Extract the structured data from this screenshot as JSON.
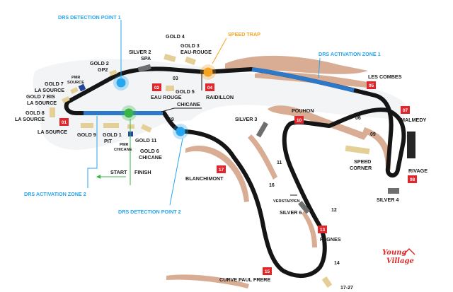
{
  "labels": {
    "drs_detection_1": "DRS DETECTION POINT 1",
    "drs_detection_2": "DRS DETECTION POINT 2",
    "drs_activation_1": "DRS ACTIVATION ZONE 1",
    "drs_activation_2": "DRS ACTIVATION ZONE 2",
    "speed_trap": "SPEED TRAP",
    "start": "START",
    "finish": "FINISH",
    "chicane": "CHICANE",
    "pmr_source_1": "PMR",
    "pmr_source_2": "SOURCE",
    "pmr_chicane_1": "PMR",
    "pmr_chicane_2": "CHICANE",
    "verstappen": "VERSTAPPEN",
    "gold_4": "GOLD 4",
    "gold_3_1": "GOLD 3",
    "gold_3_2": "EAU-ROUGE",
    "silver_2_1": "SILVER 2",
    "silver_2_2": "SPA",
    "gold_2_1": "GOLD 2",
    "gold_2_2": "GP2",
    "gold_7_1": "GOLD 7",
    "gold_7_2": "LA SOURCE",
    "gold_7bis_1": "GOLD 7 BIS",
    "gold_7bis_2": "LA SOURCE",
    "gold_8_1": "GOLD 8",
    "gold_8_2": "LA SOURCE",
    "gold_9": "GOLD 9",
    "gold_1_1": "GOLD 1",
    "gold_1_2": "PIT",
    "gold_11": "GOLD 11",
    "gold_6_1": "GOLD 6",
    "gold_6_2": "CHICANE",
    "gold_5": "GOLD 5",
    "silver_3": "SILVER 3",
    "silver_4": "SILVER 4",
    "silver_6": "SILVER 6",
    "speed_corner_1": "SPEED",
    "speed_corner_2": "CORNER",
    "la_source": "LA SOURCE",
    "eau_rouge": "EAU ROUGE",
    "raidillon": "RAIDILLON",
    "les_combes": "LES COMBES",
    "malmedy": "MALMEDY",
    "rivage": "RIVAGE",
    "pouhon": "POUHON",
    "fagnes": "FAGNES",
    "blanchimont": "BLANCHIMONT",
    "curve_paul_frere": "CURVE PAUL FRERE",
    "logo_1": "Young",
    "logo_2": "Village"
  },
  "corner_badges": {
    "b01": "01",
    "b02": "02",
    "b04": "04",
    "b05": "05",
    "b07": "07",
    "b08": "08",
    "b10": "10",
    "b13": "13",
    "b15": "15",
    "b17": "17"
  },
  "turn_numbers": {
    "t03": "03",
    "t06": "06",
    "t09": "09",
    "t11": "11",
    "t12": "12",
    "t14": "14",
    "t16": "16",
    "t19": "19",
    "t17_27": "17-27"
  },
  "colors": {
    "track": "#151515",
    "badge": "#e0262b",
    "gold_stand": "#e4cf96",
    "silver_stand": "#6f6f6f",
    "drs_zone": "#2d78c8",
    "drs_detection": "#25a6ee",
    "speed_trap": "#f4a323",
    "start_finish": "#39b54a",
    "terrain": "#d9ad93",
    "infield": "#f3f4f6"
  }
}
